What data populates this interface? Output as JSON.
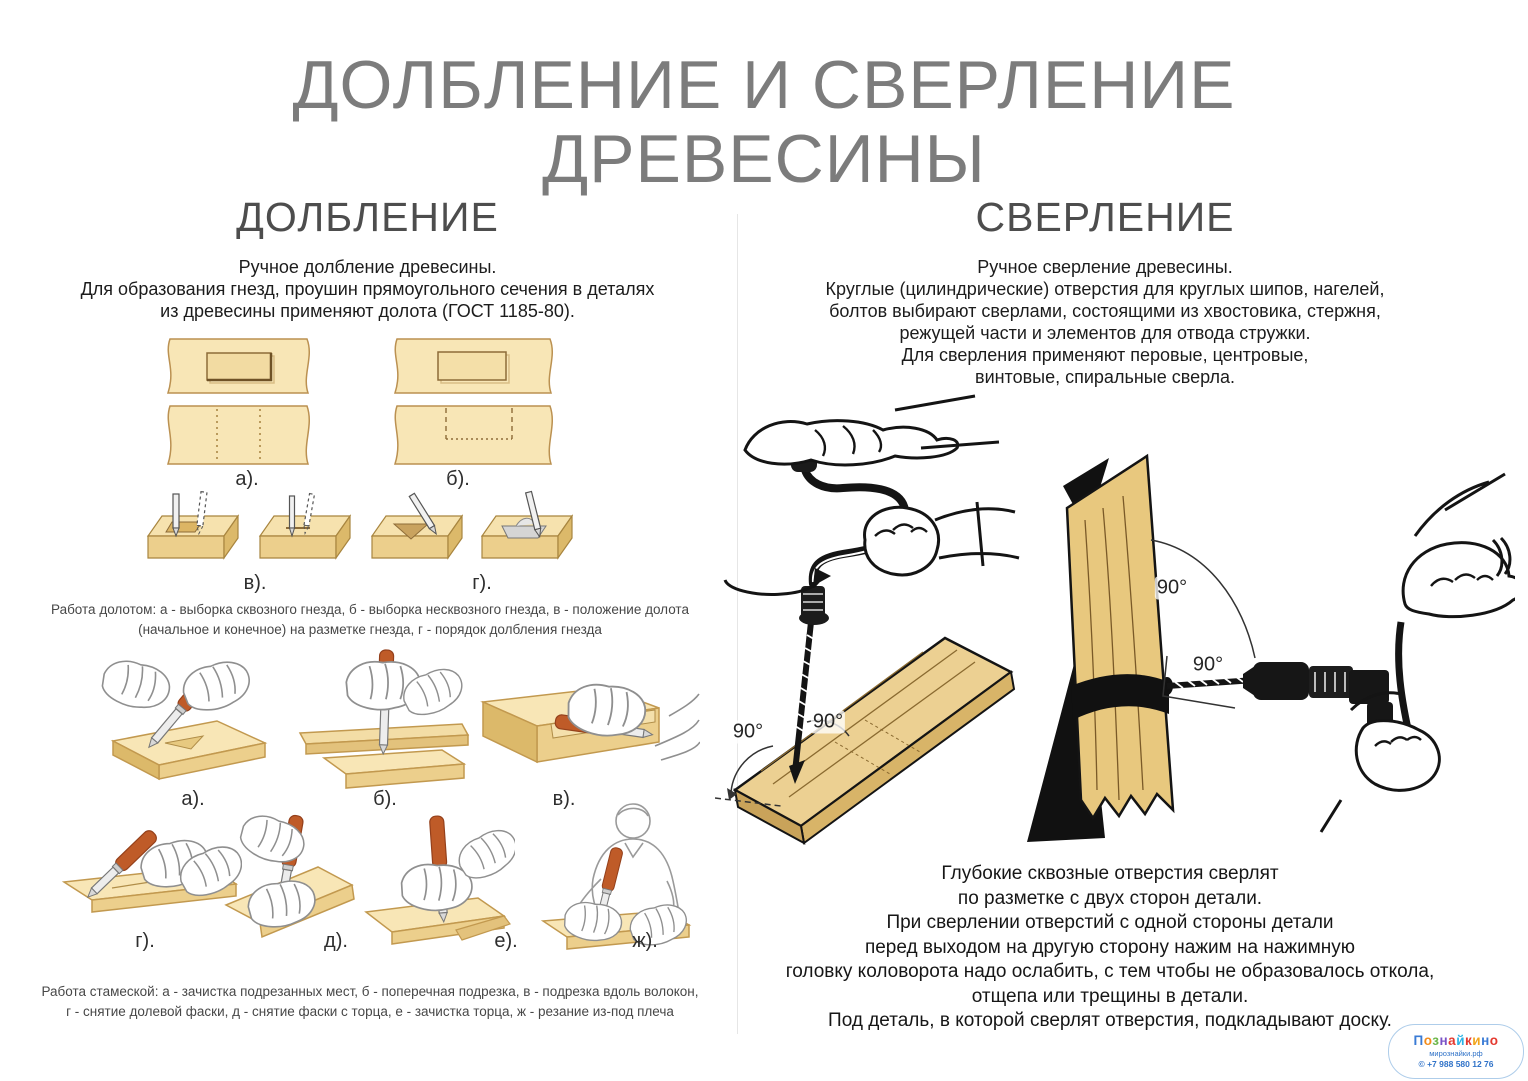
{
  "title": {
    "line1": "ДОЛБЛЕНИЕ И СВЕРЛЕНИЕ",
    "line2": "ДРЕВЕСИНЫ"
  },
  "left": {
    "header": "ДОЛБЛЕНИЕ",
    "intro": [
      "Ручное долбление древесины.",
      "Для образования гнезд, проушин прямоугольного сечения в деталях",
      "из древесины применяют долота (ГОСТ 1185-80)."
    ],
    "board_labels": [
      "а).",
      "б)."
    ],
    "chisel_labels": [
      "в).",
      "г)."
    ],
    "caption_chisel": [
      "Работа долотом: а - выборка сквозного гнезда, б - выборка несквозного гнезда, в - положение долота",
      "(начальное и конечное) на разметке гнезда, г - порядок долбления гнезда"
    ],
    "hands_row1_labels": [
      "а).",
      "б).",
      "в)."
    ],
    "hands_row2_labels": [
      "г).",
      "д).",
      "е).",
      "ж)."
    ],
    "caption_stameska": [
      "Работа стамеской: а - зачистка подрезанных мест, б - поперечная подрезка, в - подрезка вдоль волокон,",
      "г - снятие долевой фаски, д - снятие фаски с торца, е - зачистка торца, ж - резание из-под плеча"
    ]
  },
  "right": {
    "header": "СВЕРЛЕНИЕ",
    "intro": [
      "Ручное сверление древесины.",
      "Круглые (цилиндрические) отверстия для круглых шипов, нагелей,",
      "болтов выбирают сверлами, состоящими из хвостовика, стержня,",
      "режущей части и элементов для отвода стружки.",
      "Для сверления применяют перовые, центровые,",
      "винтовые, спиральные сверла."
    ],
    "angles": [
      "90°",
      "90°",
      "90°",
      "90°"
    ],
    "note": [
      "Глубокие сквозные отверстия сверлят",
      "по разметке с двух сторон детали.",
      "При сверлении отверстий с одной стороны детали",
      "перед выходом на другую сторону нажим на нажимную",
      "головку коловорота надо ослабить, с тем чтобы не образовалось откола,",
      "отщепа или трещины в детали.",
      "Под деталь, в которой сверлят отверстия, подкладывают доску."
    ]
  },
  "logo": {
    "brand": "Познайкино",
    "letter_colors": [
      "#3a7bd5",
      "#f28c1c",
      "#6ab547",
      "#7a52c7",
      "#e4392f",
      "#2bb3e6",
      "#e4392f",
      "#f2a51c",
      "#3a7bd5",
      "#e4392f"
    ],
    "site": "мирознайки.рф",
    "phone": "© +7 988 580 12 76"
  },
  "colors": {
    "title_gray": "#7c7c7c",
    "header_gray": "#4d4d4d",
    "body_text": "#1c1c1c",
    "caption_text": "#474747",
    "wood_light": "#f8e6b6",
    "wood_mid": "#eccf8c",
    "wood_dark": "#dcb96a",
    "illo_wood": "#ecd092",
    "chisel_handle": "#bf5b28",
    "ink": "#141414",
    "logo_blue": "#2f72c8"
  }
}
